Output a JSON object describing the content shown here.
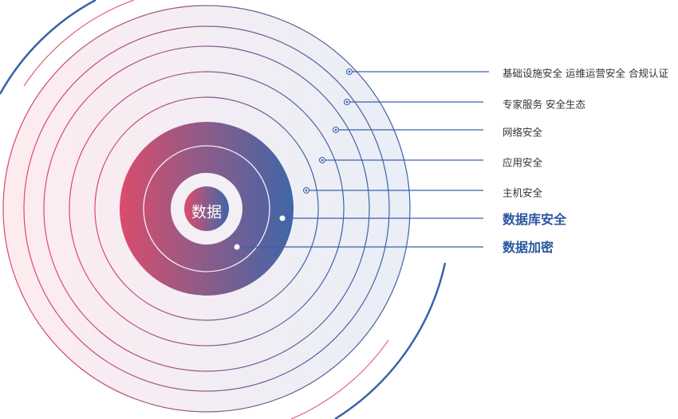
{
  "center": {
    "label": "数据"
  },
  "layers": [
    {
      "label": "基础设施安全 运维运营安全 合规认证",
      "highlight": false
    },
    {
      "label": "专家服务 安全生态",
      "highlight": false
    },
    {
      "label": "网络安全",
      "highlight": false
    },
    {
      "label": "应用安全",
      "highlight": false
    },
    {
      "label": "主机安全",
      "highlight": false
    },
    {
      "label": "数据库安全",
      "highlight": true
    },
    {
      "label": "数据加密",
      "highlight": true
    }
  ],
  "colors": {
    "pink": "#e0466a",
    "blue": "#3a62aa",
    "highlight_text": "#2a55a0",
    "text": "#333333"
  }
}
